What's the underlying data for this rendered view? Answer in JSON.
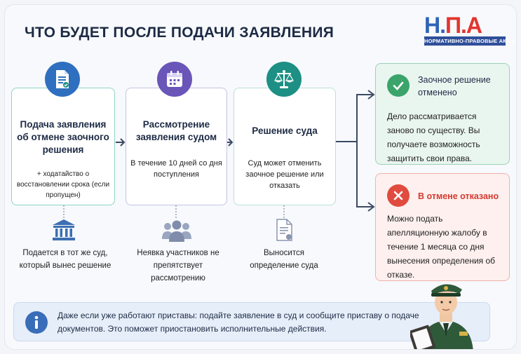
{
  "header": {
    "title": "ЧТО БУДЕТ ПОСЛЕ ПОДАЧИ ЗАЯВЛЕНИЯ",
    "logo_letters_1": "Н.",
    "logo_letters_2": "П.",
    "logo_letters_3": "А",
    "logo_subtitle": "НОРМАТИВНО-ПРАВОВЫЕ АКТЫ"
  },
  "steps": [
    {
      "title": "Подача заявления об отмене заочного решения",
      "text": "+ ходатайство о восстановлении срока (если пропущен)",
      "icon": "document-icon",
      "bottom_icon": "courthouse-icon",
      "bottom_text": "Подается в тот же суд, который вынес решение"
    },
    {
      "title": "Рассмотрение заявления судом",
      "text": "В течение 10 дней со дня поступления",
      "icon": "calendar-icon",
      "bottom_icon": "people-icon",
      "bottom_text": "Неявка участников не препятствует рассмотрению"
    },
    {
      "title": "Решение суда",
      "text": "Суд может отменить заочное решение или отказать",
      "icon": "scales-icon",
      "bottom_icon": "document-icon",
      "bottom_text": "Выносится определение суда"
    }
  ],
  "results": [
    {
      "title": "Заочное решение отменено",
      "text": "Дело рассматривается заново по существу. Вы получаете возможность защитить свои права.",
      "icon": "check-icon",
      "color": "#3aa46b"
    },
    {
      "title": "В отмене отказано",
      "text": "Можно подать апелляционную жалобу в течение 1 месяца со дня вынесения определения об отказе.",
      "icon": "cross-icon",
      "color": "#e14b3f"
    }
  ],
  "note": {
    "text": "Даже если уже работают приставы: подайте заявление в суд и сообщите приставу о подаче документов. Это поможет приостановить исполнительные действия.",
    "icon": "info-icon"
  },
  "colors": {
    "accent_blue": "#2f6fbf",
    "accent_purple": "#6a55b8",
    "accent_teal": "#1d8f84",
    "success": "#3aa46b",
    "danger": "#e14b3f"
  }
}
